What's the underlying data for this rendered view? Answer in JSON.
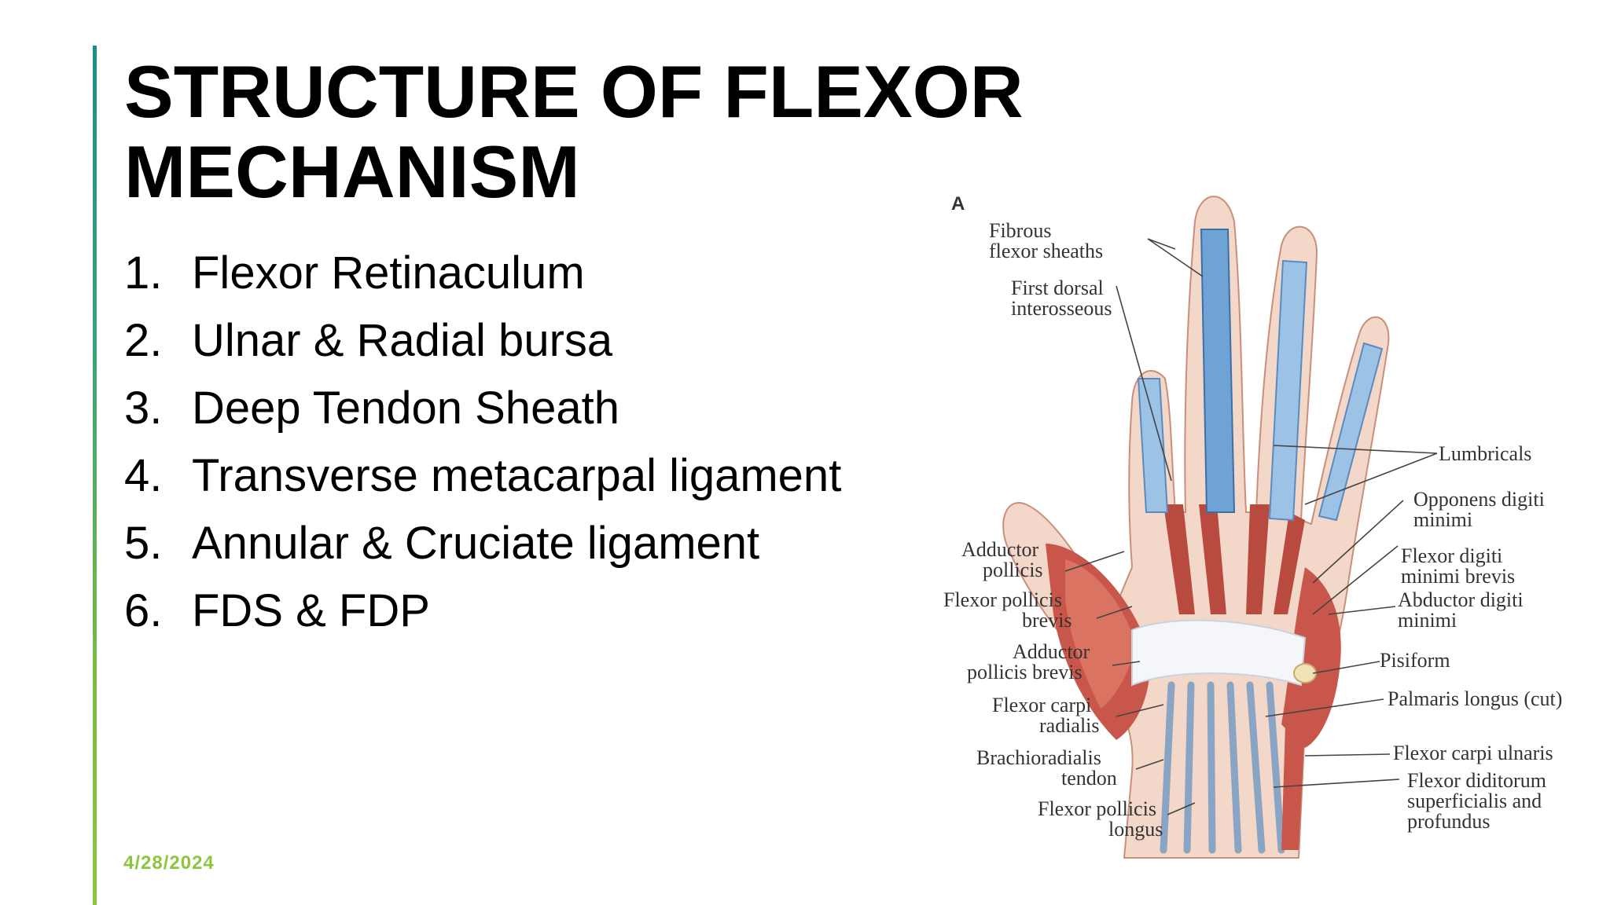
{
  "slide": {
    "title_line1": "STRUCTURE OF FLEXOR",
    "title_line2": "MECHANISM",
    "date": "4/28/2024",
    "items": [
      {
        "num": "1.",
        "text": "Flexor Retinaculum"
      },
      {
        "num": "2.",
        "text": "Ulnar & Radial bursa"
      },
      {
        "num": "3.",
        "text": "Deep Tendon Sheath"
      },
      {
        "num": "4.",
        "text": "Transverse metacarpal ligament"
      },
      {
        "num": "5.",
        "text": "Annular & Cruciate ligament"
      },
      {
        "num": "6.",
        "text": "FDS & FDP"
      }
    ]
  },
  "figure": {
    "panel_letter": "A",
    "labels": {
      "fibrous_1": "Fibrous",
      "fibrous_2": "flexor sheaths",
      "first_dorsal_1": "First dorsal",
      "first_dorsal_2": "interosseous",
      "lumbricals": "Lumbricals",
      "opponens_1": "Opponens digiti",
      "opponens_2": "minimi",
      "adductor_1": "Adductor",
      "adductor_2": "pollicis",
      "fdmb_1": "Flexor digiti",
      "fdmb_2": "minimi brevis",
      "fpb_1": "Flexor pollicis",
      "fpb_2": "brevis",
      "adm_1": "Abductor digiti",
      "adm_2": "minimi",
      "apb_1": "Adductor",
      "apb_2": "pollicis brevis",
      "pisiform": "Pisiform",
      "palmaris": "Palmaris longus (cut)",
      "fcr_1": "Flexor carpi",
      "fcr_2": "radialis",
      "fcu": "Flexor carpi ulnaris",
      "brachio_1": "Brachioradialis",
      "brachio_2": "tendon",
      "fdsp_1": "Flexor diditorum",
      "fdsp_2": "superficialis and",
      "fdsp_3": "profundus",
      "fpl_1": "Flexor pollicis",
      "fpl_2": "longus"
    }
  }
}
